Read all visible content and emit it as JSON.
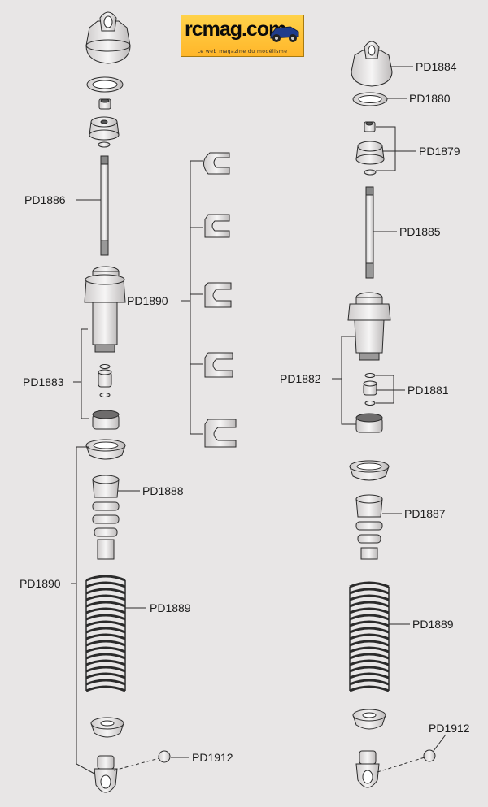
{
  "logo": {
    "wordmark": "rcmag.com",
    "tagline": "Le web magazine du modélisme"
  },
  "left_assembly": {
    "labels": {
      "shaft": "PD1886",
      "clips": "PD1890",
      "body_parts": "PD1883",
      "bump_stop": "PD1888",
      "spring_clips": "PD1890",
      "spring": "PD1889",
      "ball": "PD1912"
    }
  },
  "right_assembly": {
    "labels": {
      "cap": "PD1884",
      "o_ring": "PD1880",
      "piston": "PD1879",
      "shaft": "PD1885",
      "body_parts": "PD1882",
      "bushing": "PD1881",
      "bump_stop": "PD1887",
      "spring": "PD1889",
      "ball": "PD1912"
    }
  },
  "colors": {
    "background": "#e8e6e6",
    "line": "#2b2b2b",
    "part_fill": "#f4f2f2",
    "logo_yellow": "#ffc93a"
  }
}
